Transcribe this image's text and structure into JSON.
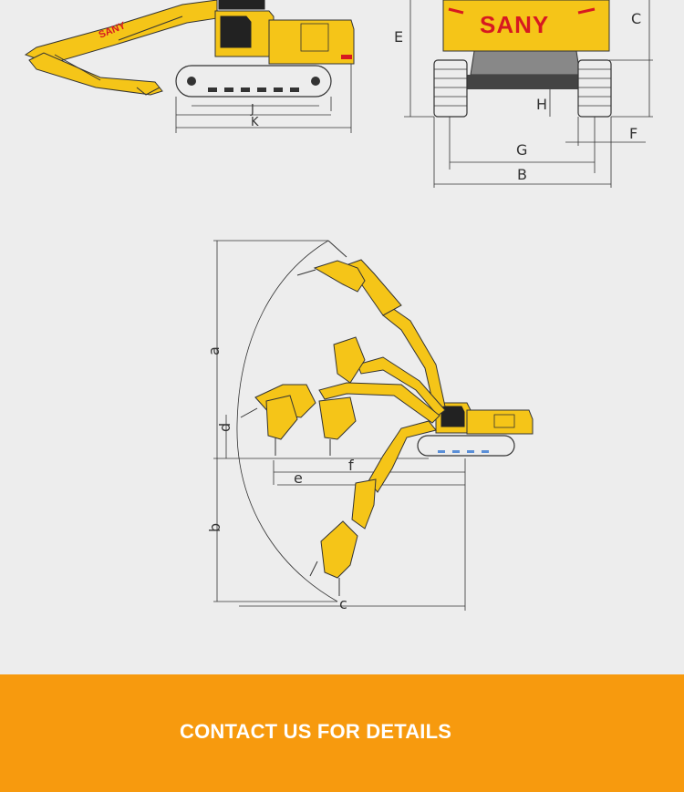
{
  "brand": {
    "name": "SANY",
    "color_brand_red": "#d71920",
    "color_machine_yellow": "#f5c518"
  },
  "side_view": {
    "labels": {
      "j": "J",
      "k": "K"
    }
  },
  "front_view": {
    "labels": {
      "e": "E",
      "c": "C",
      "h": "H",
      "g": "G",
      "f": "F",
      "b": "B"
    }
  },
  "working_range": {
    "labels": {
      "a": "a",
      "b": "b",
      "c": "c",
      "d": "d",
      "e": "e",
      "f": "f"
    }
  },
  "banner": {
    "text": "CONTACT US FOR DETAILS",
    "background": "#f79a0e"
  }
}
